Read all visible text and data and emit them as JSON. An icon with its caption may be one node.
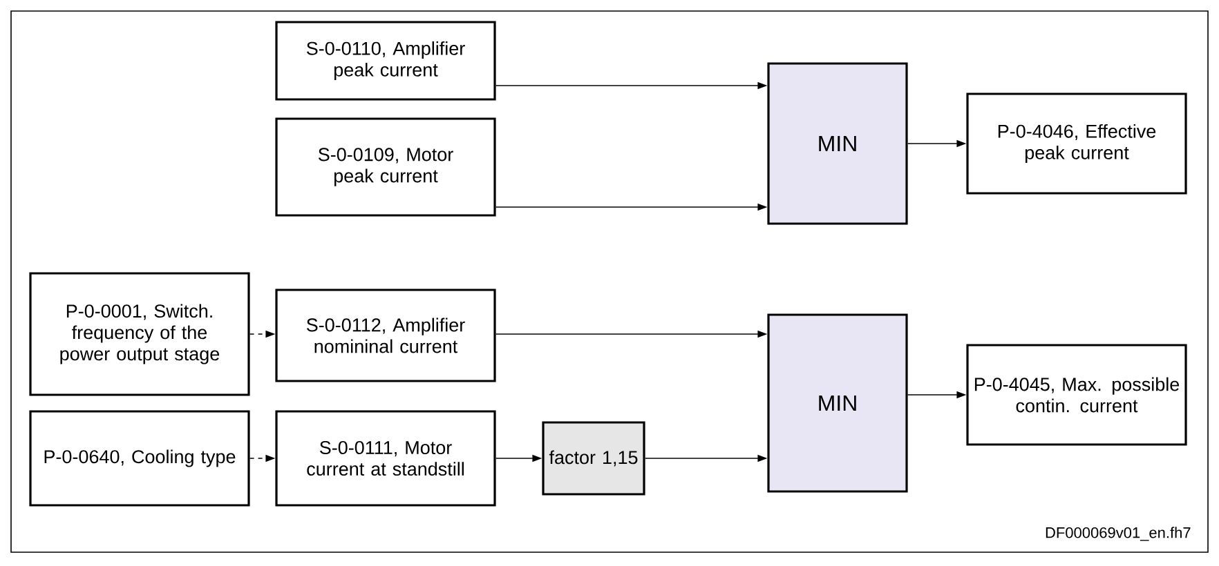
{
  "diagram": {
    "nodes": [
      {
        "text": [
          "S-0-0110, Amplifier peak current"
        ]
      },
      {
        "text": [
          "S-0-0109, Motor peak current"
        ]
      },
      {
        "text": [
          "MIN"
        ]
      },
      {
        "text": [
          "P-0-4046, Effective peak current"
        ]
      },
      {
        "text": [
          "P-0-0001, Switch. frequency of the power output stage"
        ]
      },
      {
        "text": [
          "S-0-0112, Amplifier nomininal current"
        ]
      },
      {
        "text": [
          "P-0-0640, Cooling type"
        ]
      },
      {
        "text": [
          "S-0-0111, Motor current at standstill"
        ]
      },
      {
        "text": [
          "factor 1,15"
        ]
      },
      {
        "text": [
          "MIN"
        ]
      },
      {
        "text": [
          "P-0-4045, Max. possible contin. current"
        ]
      }
    ],
    "edges": [
      {
        "from": 0,
        "to": 2,
        "arrow": "to"
      },
      {
        "from": 1,
        "to": 2,
        "arrow": "to"
      },
      {
        "from": 2,
        "to": 3,
        "arrow": "to"
      },
      {
        "from": 4,
        "to": 5,
        "arrow": "to",
        "style": "dashed"
      },
      {
        "from": 5,
        "to": 9,
        "arrow": "to"
      },
      {
        "from": 6,
        "to": 7,
        "arrow": "to",
        "style": "dashed"
      },
      {
        "from": 7,
        "to": 8,
        "arrow": "to"
      },
      {
        "from": 8,
        "to": 9,
        "arrow": "to"
      },
      {
        "from": 9,
        "to": 10,
        "arrow": "to"
      }
    ],
    "labels": [
      "DF000069v01_en.fh7"
    ]
  }
}
